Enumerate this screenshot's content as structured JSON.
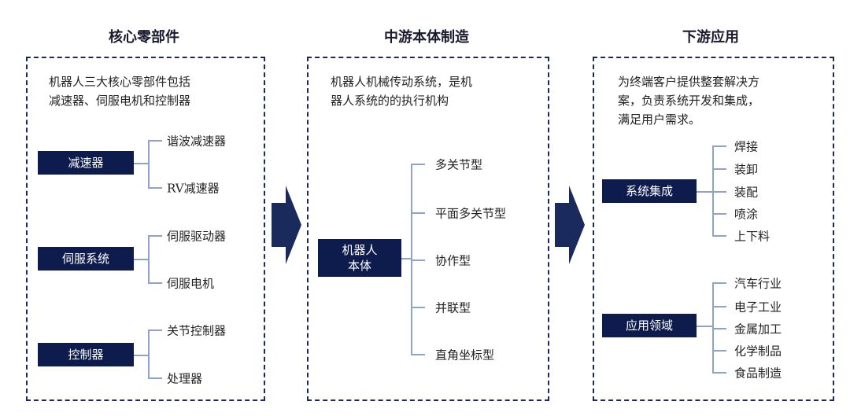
{
  "columns": [
    {
      "title": "核心零部件",
      "desc": [
        "机器人三大核心零部件包括",
        "减速器、伺服电机和控制器"
      ],
      "groups": [
        {
          "label": "减速器",
          "items": [
            "谐波减速器",
            "RV减速器"
          ]
        },
        {
          "label": "伺服系统",
          "items": [
            "伺服驱动器",
            "伺服电机"
          ]
        },
        {
          "label": "控制器",
          "items": [
            "关节控制器",
            "处理器"
          ]
        }
      ]
    },
    {
      "title": "中游本体制造",
      "desc": [
        "机器人机械传动系统，是机",
        "器人系统的的执行机构"
      ],
      "groups": [
        {
          "label": "机器人本体",
          "items": [
            "多关节型",
            "平面多关节型",
            "协作型",
            "并联型",
            "直角坐标型"
          ]
        }
      ]
    },
    {
      "title": "下游应用",
      "desc": [
        "为终端客户提供整套解决方",
        "案，负责系统开发和集成，",
        "满足用户需求。"
      ],
      "groups": [
        {
          "label": "系统集成",
          "items": [
            "焊接",
            "装卸",
            "装配",
            "喷涂",
            "上下料"
          ]
        },
        {
          "label": "应用领域",
          "items": [
            "汽车行业",
            "电子工业",
            "金属加工",
            "化学制品",
            "食品制造"
          ]
        }
      ]
    }
  ],
  "colors": {
    "navy": "#0e1b4d",
    "line": "#8fa3c8",
    "arrow": "#1b2a5c"
  }
}
